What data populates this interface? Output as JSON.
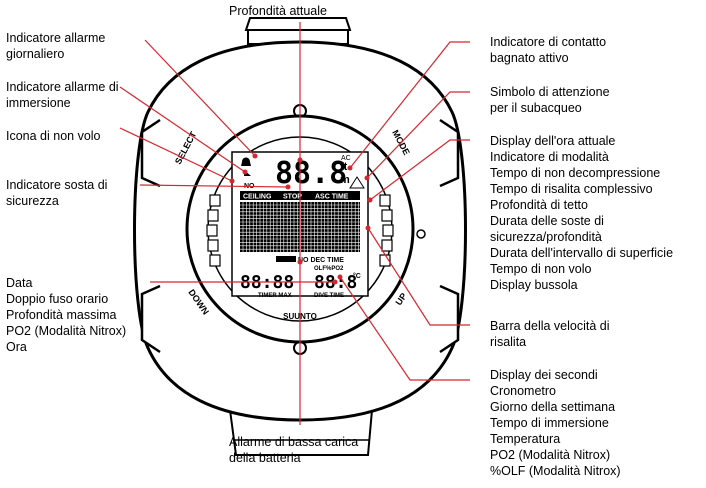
{
  "labels": {
    "top": "Profondità attuale",
    "left1": [
      "Indicatore allarme",
      "giornaliero"
    ],
    "left2": [
      "Indicatore allarme di",
      "immersione"
    ],
    "left3": [
      "Icona di non volo"
    ],
    "left4": [
      "Indicatore sosta di",
      "sicurezza"
    ],
    "left5": [
      "Data",
      "Doppio fuso orario",
      "Profondità massima",
      "PO2 (Modalità Nitrox)",
      "Ora"
    ],
    "right1": [
      "Indicatore di contatto",
      "bagnato attivo"
    ],
    "right2": [
      "Simbolo di attenzione",
      "per il subacqueo"
    ],
    "right3": [
      "Display dell'ora attuale",
      "Indicatore di modalità",
      "Tempo di non decompressione",
      "Tempo di risalita complessivo",
      "Profondità di tetto",
      "Durata delle soste di",
      "sicurezza/profondità",
      "Durata dell'intervallo di superficie",
      "Tempo di non volo",
      "Display bussola"
    ],
    "right4": [
      "Barra della velocità di",
      "risalita"
    ],
    "right5": [
      "Display dei secondi",
      "Cronometro",
      "Giorno della settimana",
      "Tempo di immersione",
      "Temperatura",
      "PO2 (Modalità Nitrox)",
      "%OLF (Modalità Nitrox)"
    ],
    "bottom": [
      "Allarme di bassa carica",
      "della batteria"
    ]
  },
  "watch": {
    "button_select": "SELECT",
    "button_mode": "MODE",
    "button_down": "DOWN",
    "button_up": "UP",
    "brand": "SUUNTO",
    "depth_digits": "88.8",
    "unit_ft": "ft",
    "unit_m": "m",
    "ac": "AC",
    "no_label": "NO",
    "seg_ceiling": "CEILING",
    "seg_stop": "STOP",
    "seg_asc_time": "ASC TIME",
    "seg_no_dec_time": "NO DEC TIME",
    "olf_po2": "OLF%PO2",
    "left_digits": "88:88",
    "right_digits": "88:8",
    "deg_c": "°C",
    "timer_max": "TIMER MAX",
    "dive_time": "DIVE TIME"
  },
  "colors": {
    "leader": "#d8262e",
    "ink": "#000000"
  }
}
